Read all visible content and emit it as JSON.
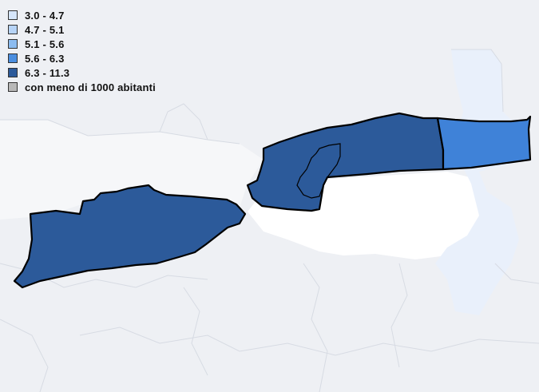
{
  "legend": {
    "items": [
      {
        "label": "3.0 - 4.7",
        "color": "#d6e6fb"
      },
      {
        "label": "4.7 - 5.1",
        "color": "#b7d4f7"
      },
      {
        "label": "5.1 - 5.6",
        "color": "#8cbcf0"
      },
      {
        "label": "5.6 - 6.3",
        "color": "#4a8ee0"
      },
      {
        "label": "6.3 - 11.3",
        "color": "#2c5a9a"
      },
      {
        "label": "con meno di 1000 abitanti",
        "color": "#b8b8b8"
      }
    ]
  },
  "regions": [
    {
      "id": "west-district",
      "class": "6.3 - 11.3",
      "color": "#2c5a9a"
    },
    {
      "id": "central-district",
      "class": "6.3 - 11.3",
      "color": "#2c5a9a"
    },
    {
      "id": "east-district",
      "class": "5.6 - 6.3",
      "color": "#3f82d8"
    }
  ],
  "colors": {
    "background": "#eef0f4",
    "basemap_light": "#f6f7f9",
    "highlight_area": "#e9f0fb",
    "border": "#000000"
  }
}
